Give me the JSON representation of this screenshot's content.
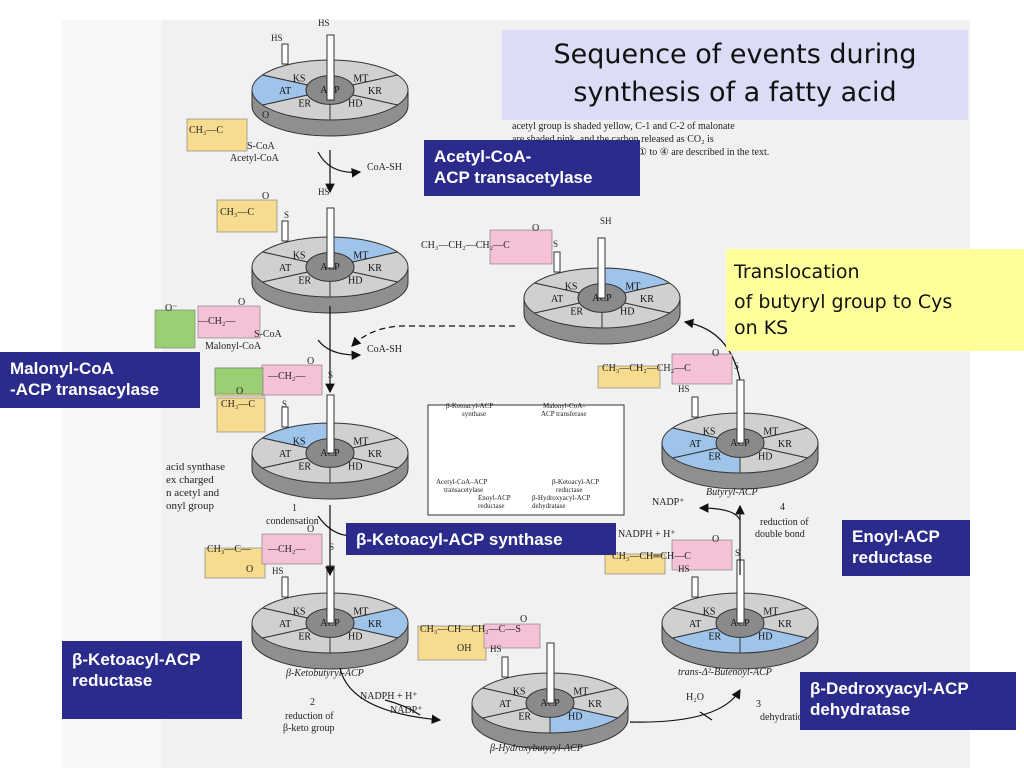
{
  "title": {
    "line1": "Sequence of events during",
    "line2": "synthesis of a fatty acid"
  },
  "header_note": {
    "line1": "acetyl group is shaded yellow, C-1 and C-2 of malonate",
    "line2": "are shaded pink, and the carbon released as CO₂ is",
    "line3": "① to ④ are described in the text."
  },
  "side_note": {
    "line1": "acid synthase",
    "line2": "ex charged",
    "line3": "n acetyl and",
    "line4": "onyl group"
  },
  "labels": {
    "acetyl_transacetylase": {
      "line1": "Acetyl-CoA-",
      "line2": "ACP transacetylase"
    },
    "malonyl_transacylase": {
      "line1": "Malonyl-CoA",
      "line2": "-ACP transacylase"
    },
    "ketoacyl_synthase": "β-Ketoacyl-ACP synthase",
    "ketoacyl_reductase": {
      "line1": "β-Ketoacyl-ACP",
      "line2": "reductase"
    },
    "dehydratase": {
      "line1": "β-Dedroxyacyl-ACP",
      "line2": "dehydratase"
    },
    "enoyl_reductase": {
      "line1": "Enoyl-ACP",
      "line2": "reductase"
    },
    "translocation": {
      "line1": "Translocation",
      "line2": "of butyryl group to Cys",
      "line3": "on KS"
    }
  },
  "enzyme_segments": {
    "ks": "KS",
    "mt": "MT",
    "kr": "KR",
    "hd": "HD",
    "er": "ER",
    "at": "AT",
    "acp": "ACP"
  },
  "thiol": {
    "hs": "HS",
    "sh": "SH",
    "s": "S"
  },
  "chem": {
    "ch3_c": "CH₃—C",
    "ch3_c_plain": "CH₃—C—",
    "ch2": "—CH₂—",
    "ch3_ch2_ch2_c": "CH₃—CH₂—CH₂—C",
    "ch3_ch_ch_c": "CH₃—CH═CH—C",
    "ch3_choh": "CH₃—CH—CH₂—C—S",
    "oh": "OH",
    "o": "O",
    "o_minus": "O⁻",
    "s_coa": "S-CoA",
    "coa_sh": "CoA-SH",
    "acetyl_coa": "Acetyl-CoA",
    "malonyl_coa": "Malonyl-CoA"
  },
  "steps": {
    "condensation": "condensation",
    "reduction_keto": {
      "line1": "reduction of",
      "line2": "β-keto group"
    },
    "dehydration": "dehydration",
    "reduction_double": {
      "line1": "reduction of",
      "line2": "double bond"
    },
    "n1": "1",
    "n2": "2",
    "n3": "3",
    "n4": "4"
  },
  "cofactors": {
    "nadph_h": "NADPH + H⁺",
    "nadp": "NADP⁺",
    "h2o": "H₂O"
  },
  "intermediates": {
    "ketobutyryl": "β-Ketobutyryl-ACP",
    "hydroxybutyryl": "β-Hydroxybutyryl-ACP",
    "butenoyl": "trans-Δ²-Butenoyl-ACP",
    "butyryl": "Butyryl-ACP"
  },
  "inset": {
    "ks_label": {
      "line1": "β-Ketoacyl-ACP",
      "line2": "synthase"
    },
    "mt_label": {
      "line1": "Malonyl-CoA–",
      "line2": "ACP transferase"
    },
    "at_label": {
      "line1": "Acetyl-CoA–ACP",
      "line2": "transacetylase"
    },
    "er_label": {
      "line1": "Enoyl-ACP",
      "line2": "reductase"
    },
    "hd_label": {
      "line1": "β-Hydroxyacyl-ACP",
      "line2": "dehydratase"
    },
    "kr_label": {
      "line1": "β-Ketoacyl-ACP",
      "line2": "reductase"
    }
  },
  "colors": {
    "navy": "#2b2b8c",
    "title_bg": "#dcdcf6",
    "yellow_bg": "#ffff9c",
    "acetyl_yellow": "#f7dc8f",
    "malonyl_pink": "#f4c1d6",
    "co2_green": "#9bcf73",
    "segment_blue": "#9fc4ea",
    "segment_gray": "#d0d0d0",
    "acp_dark": "#8a8a8a"
  }
}
